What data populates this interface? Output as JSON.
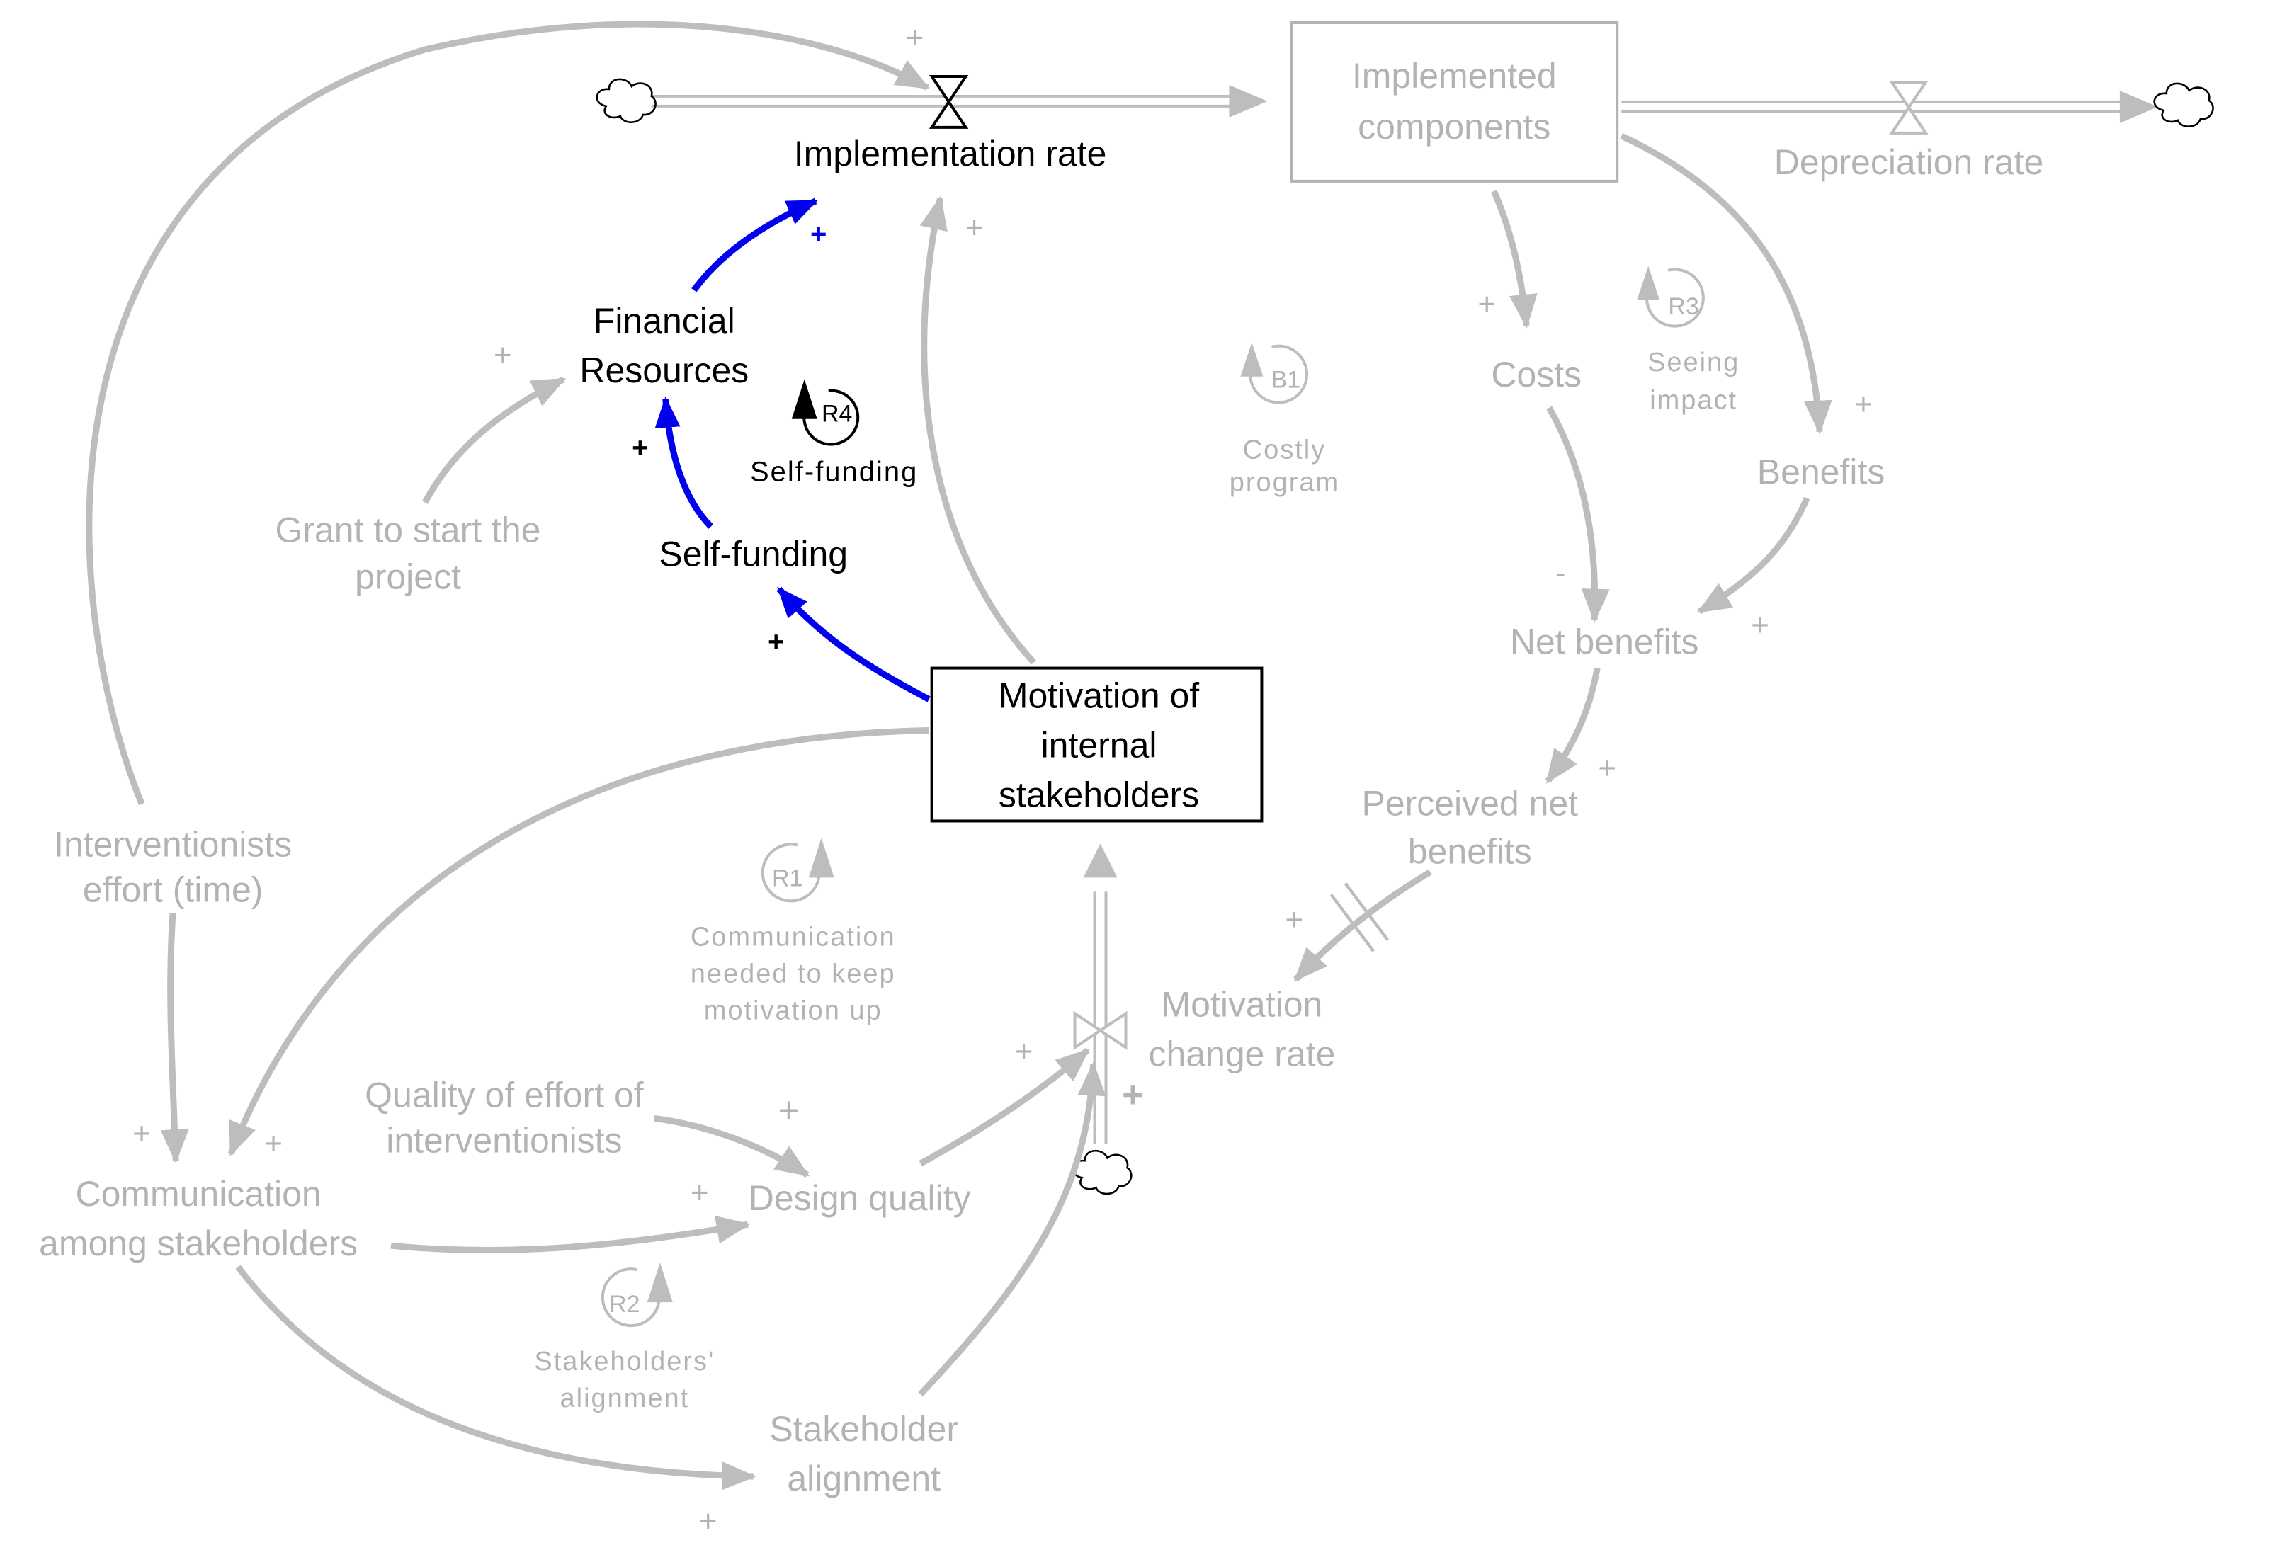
{
  "stocks": {
    "implemented_components": [
      "Implemented",
      "components"
    ],
    "motivation": [
      "Motivation of",
      "internal",
      "stakeholders"
    ]
  },
  "variables": {
    "implementation_rate": "Implementation rate",
    "depreciation_rate": "Depreciation rate",
    "financial_resources": [
      "Financial",
      "Resources"
    ],
    "self_funding": "Self-funding",
    "grant": [
      "Grant to start the",
      "project"
    ],
    "costs": "Costs",
    "benefits": "Benefits",
    "net_benefits": "Net benefits",
    "perceived_net_benefits": [
      "Perceived net",
      "benefits"
    ],
    "motivation_change_rate": [
      "Motivation",
      "change rate"
    ],
    "interventionists_effort": [
      "Interventionists",
      "effort (time)"
    ],
    "communication": [
      "Communication",
      "among stakeholders"
    ],
    "quality_of_effort": [
      "Quality of effort of",
      "interventionists"
    ],
    "design_quality": "Design quality",
    "stakeholder_alignment": [
      "Stakeholder",
      "alignment"
    ]
  },
  "loops": {
    "r1": {
      "id": "R1",
      "name": [
        "Communication",
        "needed to keep",
        "motivation up"
      ]
    },
    "r2": {
      "id": "R2",
      "name": [
        "Stakeholders'",
        "alignment"
      ]
    },
    "r3": {
      "id": "R3",
      "name": [
        "Seeing",
        "impact"
      ]
    },
    "r4": {
      "id": "R4",
      "name": [
        "Self-funding"
      ]
    },
    "b1": {
      "id": "B1",
      "name": [
        "Costly",
        "program"
      ]
    }
  },
  "polarities": {
    "plus": "+",
    "minus": "-"
  },
  "colors": {
    "highlight_link": "#0000ee",
    "highlight_text": "#000000",
    "faded": "#b3b3b3"
  },
  "highlighted_loop": "R4"
}
